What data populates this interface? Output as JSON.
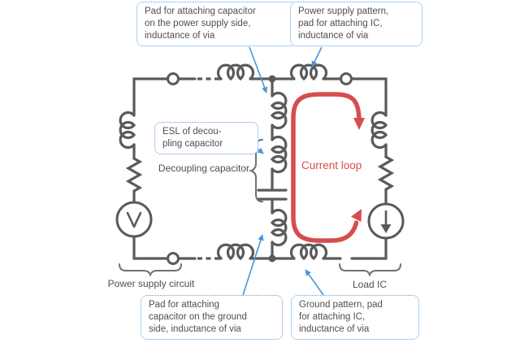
{
  "colors": {
    "wire": "#5a5a5a",
    "accent_red": "#d84c4c",
    "connector_blue": "#4a94d8",
    "callout_border": "#5ba0dc",
    "text_gray": "#4f4f4f",
    "brace": "#707070"
  },
  "callouts": {
    "pad_power_side": {
      "lines": [
        "Pad for attaching capacitor",
        "on the power supply side,",
        "inductance of via"
      ]
    },
    "power_pattern": {
      "lines": [
        "Power supply pattern,",
        "pad for attaching IC,",
        "inductance of via"
      ]
    },
    "esl": {
      "lines": [
        "ESL of decou-",
        "pling capacitor"
      ]
    },
    "pad_ground_side": {
      "lines": [
        "Pad for attaching",
        "capacitor on the ground",
        "side, inductance of via"
      ]
    },
    "ground_pattern": {
      "lines": [
        "Ground pattern, pad",
        "for attaching IC,",
        "inductance of via"
      ]
    }
  },
  "labels": {
    "decoupling_capacitor": "Decoupling capacitor",
    "current_loop": "Current loop",
    "power_supply_circuit": "Power supply circuit",
    "load_ic": "Load IC",
    "voltage_source_symbol": "V"
  }
}
